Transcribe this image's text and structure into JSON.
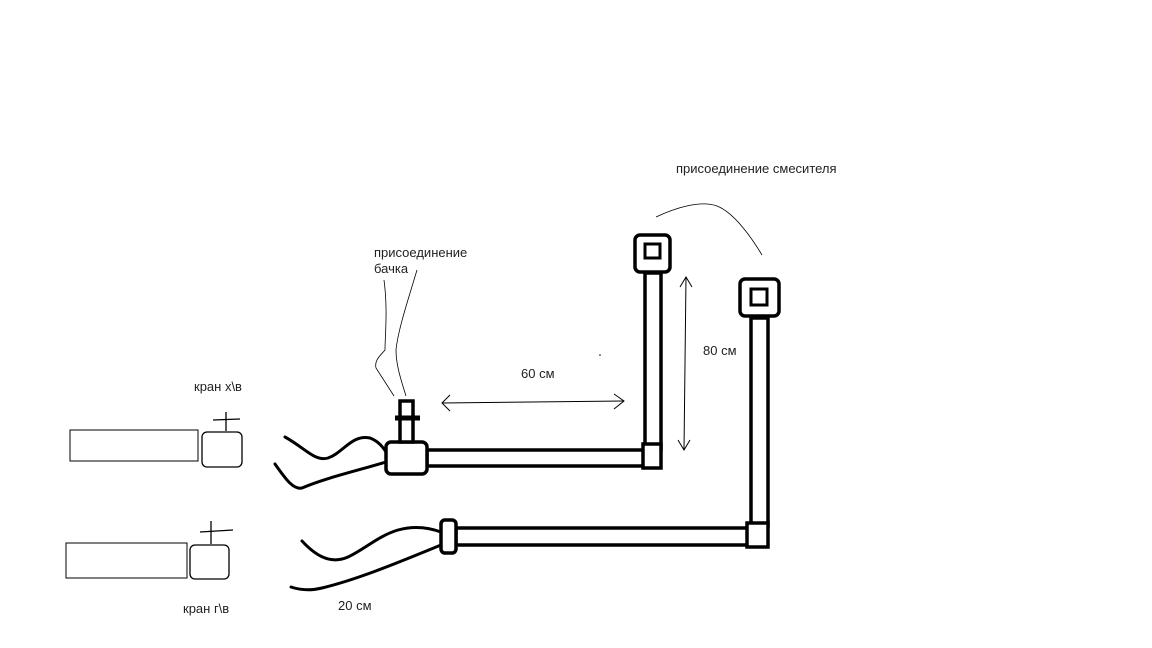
{
  "labels": {
    "cold_tap": "кран х\\в",
    "hot_tap": "кран г\\в",
    "cistern_connection": "присоединение\nбачка",
    "mixer_connection": "присоединение смесителя",
    "dim_60": "60  см",
    "dim_80": "80  см",
    "dim_20": "20 см"
  },
  "colors": {
    "line": "#000000",
    "background": "#ffffff"
  }
}
